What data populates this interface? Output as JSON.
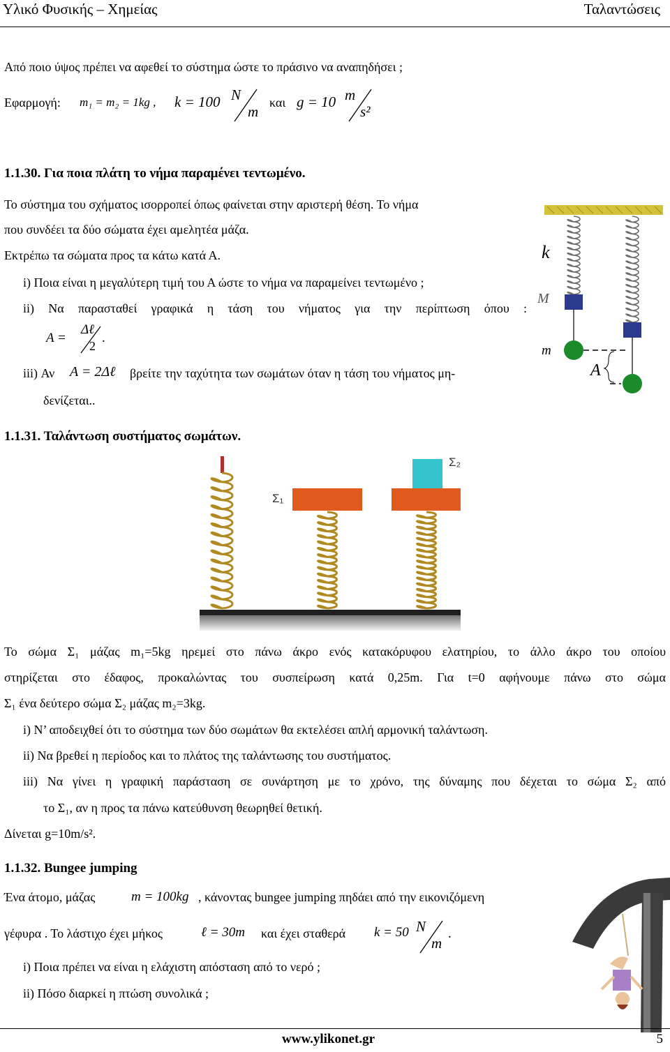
{
  "header": {
    "left": "Υλικό Φυσικής – Χημείας",
    "right": "Ταλαντώσεις"
  },
  "intro": {
    "question": "Από ποιο ύψος πρέπει να αφεθεί το σύστημα ώστε το πράσινο να αναπηδήσει ;",
    "app_label": "Εφαρμογή:",
    "app_masses": "m₁ = m₂ = 1kg ,",
    "app_k": "k = 100",
    "app_k_num": "N",
    "app_k_den": "m",
    "app_and": "και",
    "app_g": "g = 10",
    "app_g_num": "m",
    "app_g_den": "s²"
  },
  "ex30": {
    "title": "1.1.30. Για ποια πλάτη το νήμα παραμένει τεντωμένο.",
    "l1": "Το σύστημα του σχήματος ισορροπεί όπως φαίνεται στην αριστερή θέση. Το νήμα",
    "l2": "που συνδέει τα δύο σώματα έχει αμελητέα μάζα.",
    "l3": "Εκτρέπω τα σώματα προς τα κάτω κατά Α.",
    "i": "i) Ποια είναι η μεγαλύτερη τιμή του Α ώστε το νήμα να παραμείνει τεντωμένο ;",
    "ii": "ii) Να παρασταθεί γραφικά η τάση του νήματος για την περίπτωση όπου :",
    "ii_formula_a": "A =",
    "ii_formula_num": "Δℓ",
    "ii_formula_den": "2",
    "ii_formula_end": ".",
    "iii_pre": "iii) Αν",
    "iii_formula": "A = 2Δℓ",
    "iii_post": "βρείτε την ταχύτητα των σωμάτων όταν η τάση του νήματος μη-",
    "iii_l2": "δενίζεται..",
    "fig": {
      "k": "k",
      "M": "M",
      "m": "m",
      "A": "A",
      "spring_color": "#6b6b6b",
      "ceiling_color": "#d4c23a",
      "block_color": "#2b3a8c",
      "ball_color": "#1a8a2a"
    }
  },
  "ex31": {
    "title": "1.1.31. Ταλάντωση συστήματος σωμάτων.",
    "fig": {
      "s1": "Σ₁",
      "s2": "Σ₂",
      "block1_color": "#e05a1e",
      "block2_color": "#35c3d0",
      "spring_color": "#b08a20",
      "floor_color": "#1f1f1f"
    },
    "p1": "Το σώμα Σ₁ μάζας m₁=5kg ηρεμεί στο πάνω άκρο ενός κατακόρυφου ελατηρίου, το άλλο άκρο του οποίου",
    "p2": "στηρίζεται στο έδαφος, προκαλώντας του συσπείρωση κατά 0,25m. Για t=0 αφήνουμε πάνω στο σώμα",
    "p3": "Σ₁ ένα δεύτερο σώμα Σ₂ μάζας m₂=3kg.",
    "i": "i) Ν’ αποδειχθεί ότι το σύστημα των δύο σωμάτων θα εκτελέσει απλή αρμονική ταλάντωση.",
    "ii": "ii) Να βρεθεί η περίοδος και το πλάτος της ταλάντωσης του συστήματος.",
    "iii1": "iii) Να γίνει η γραφική παράσταση σε συνάρτηση με το χρόνο, της δύναμης που δέχεται το σώμα Σ₂ από",
    "iii2": "το Σ₁, αν η προς τα πάνω κατεύθυνση θεωρηθεί θετική.",
    "given": "Δίνεται g=10m/s²."
  },
  "ex32": {
    "title": "1.1.32. Bungee jumping",
    "l1_pre": "Ένα άτομο, μάζας",
    "l1_math": "m = 100kg",
    "l1_post": ", κάνοντας bungee jumping πηδάει από την εικονιζόμενη",
    "l2_pre": "γέφυρα . Το λάστιχο έχει μήκος",
    "l2_math": "ℓ = 30m",
    "l2_mid": "και έχει σταθερά",
    "l2_k": "k = 50",
    "l2_k_num": "N",
    "l2_k_den": "m",
    "l2_end": ".",
    "i": "i) Ποια πρέπει να είναι η ελάχιστη απόσταση από το νερό ;",
    "ii": "ii) Πόσο διαρκεί η πτώση συνολικά ;"
  },
  "footer": {
    "link": "www.ylikonet.gr",
    "page": "5"
  }
}
